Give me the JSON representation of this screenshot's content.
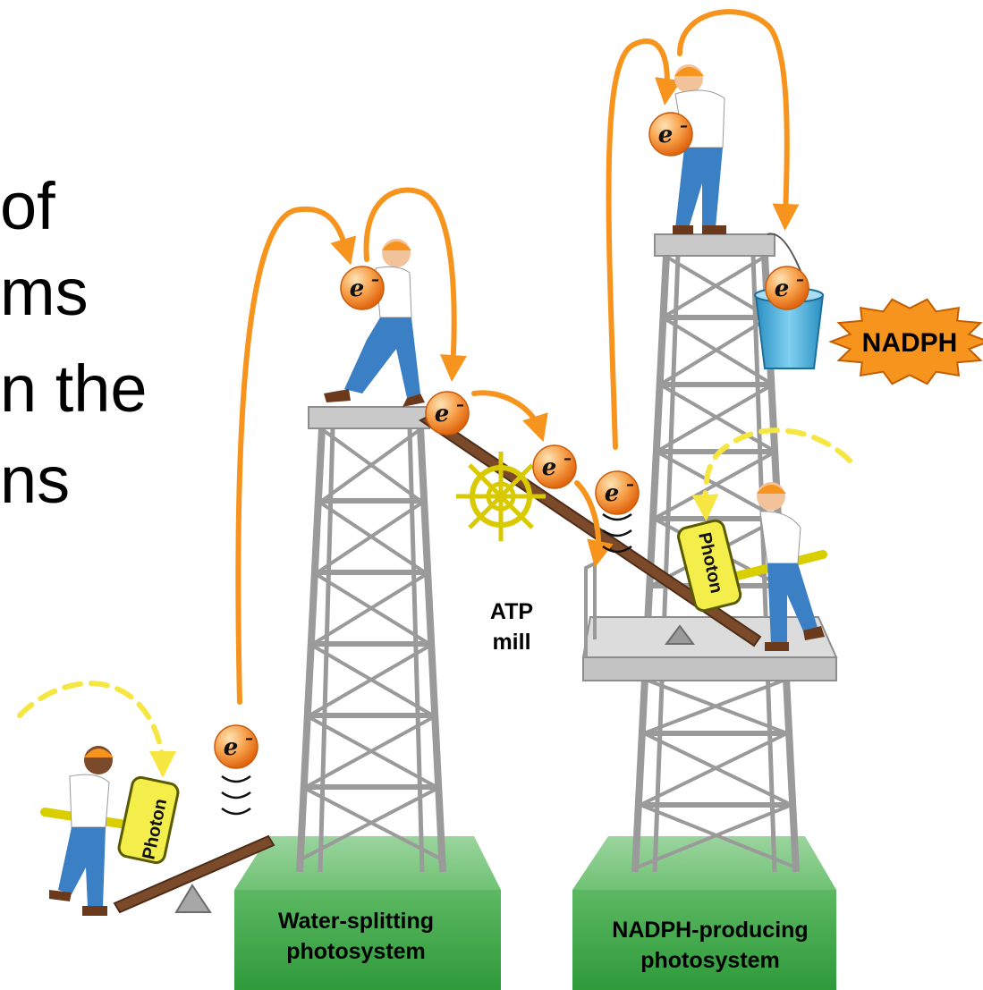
{
  "slide_text_fragments": [
    "of",
    "ms",
    "n the",
    "ns"
  ],
  "electron_label": "e",
  "electron_charge": "–",
  "photon_label": "Photon",
  "atp_mill": [
    "ATP",
    "mill"
  ],
  "nadph_burst": "NADPH",
  "photosystems": {
    "water_splitting": [
      "Water-splitting",
      "photosystem"
    ],
    "nadph_producing": [
      "NADPH-producing",
      "photosystem"
    ]
  },
  "colors": {
    "arrow_orange": "#f7941d",
    "photon_arrow_yellow": "#f5e642",
    "platform_green": "#3fae49",
    "tower_gray": "#a9a9a9",
    "electron_orange": "#f58220",
    "burst_orange": "#f7941d",
    "bucket_blue": "#4ab3e0",
    "ramp_brown": "#7b4a2a",
    "wheel_yellow": "#f2e600"
  }
}
